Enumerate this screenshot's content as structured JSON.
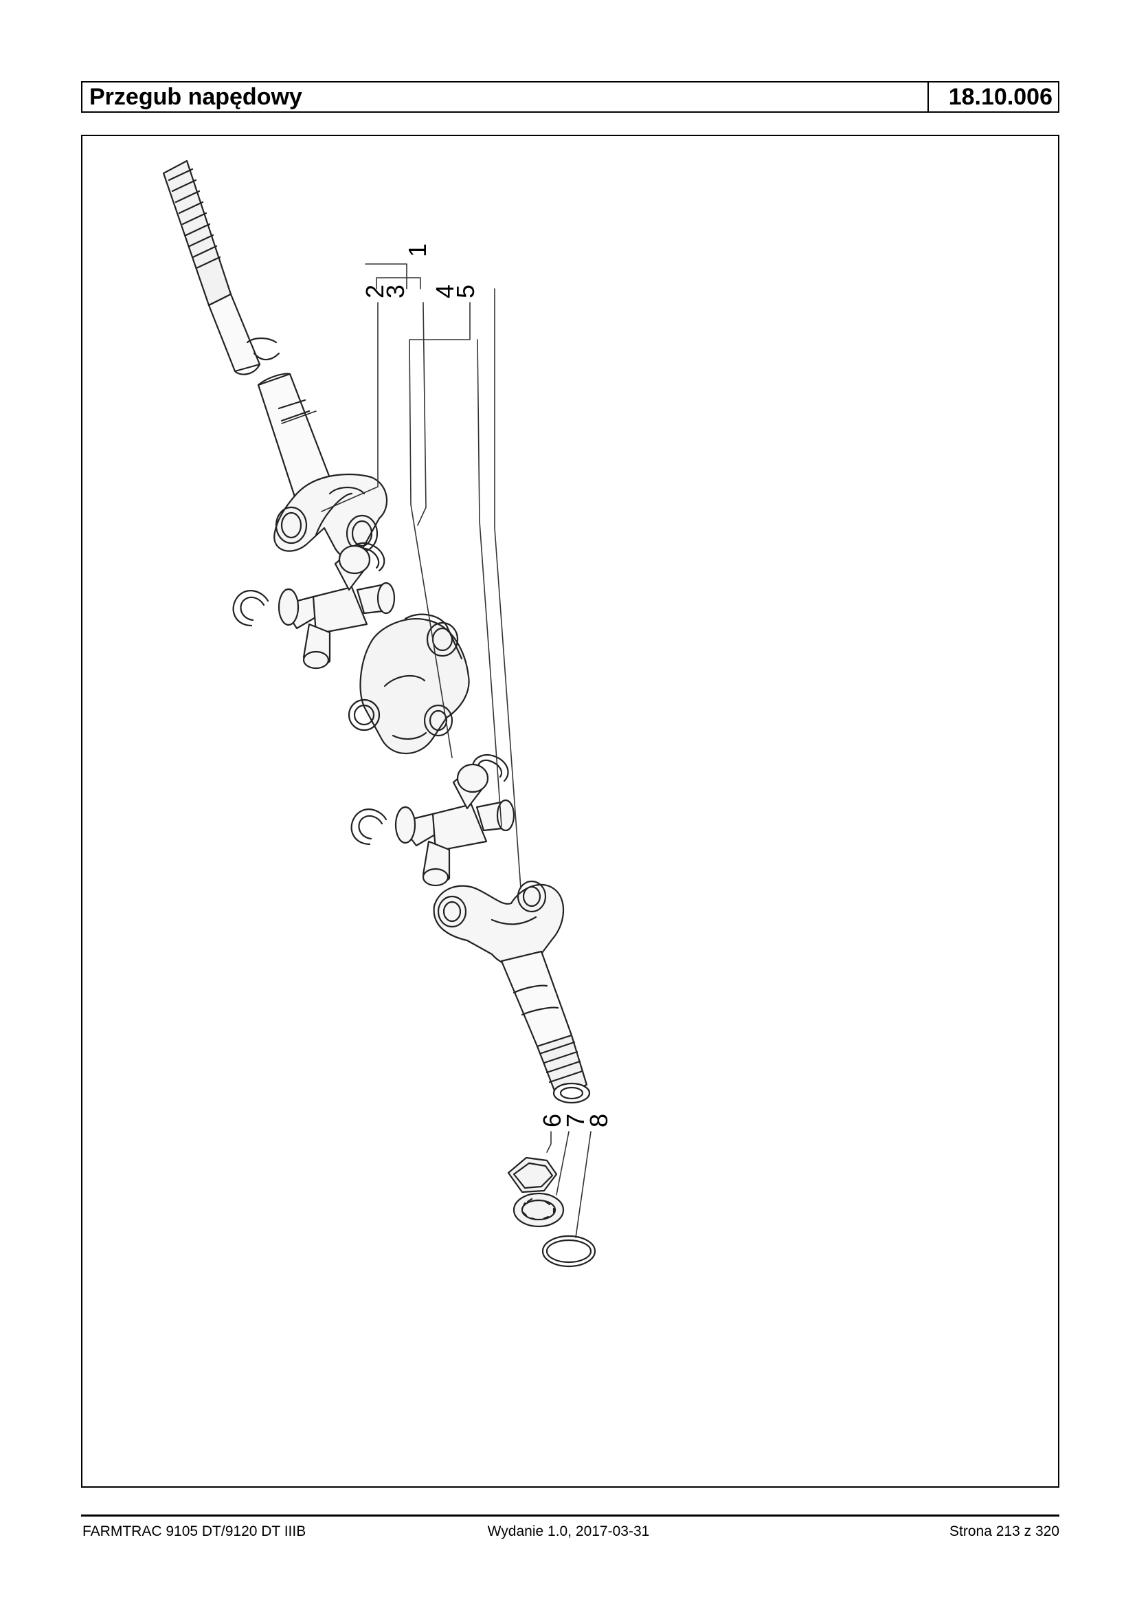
{
  "header": {
    "title": "Przegub napędowy",
    "code": "18.10.006"
  },
  "diagram": {
    "callouts": [
      "1",
      "2",
      "3",
      "4",
      "5",
      "6",
      "7",
      "8"
    ]
  },
  "footer": {
    "left": "FARMTRAC 9105 DT/9120 DT IIIB",
    "center": "Wydanie 1.0,  2017-03-31",
    "right": "Strona 213 z 320"
  }
}
